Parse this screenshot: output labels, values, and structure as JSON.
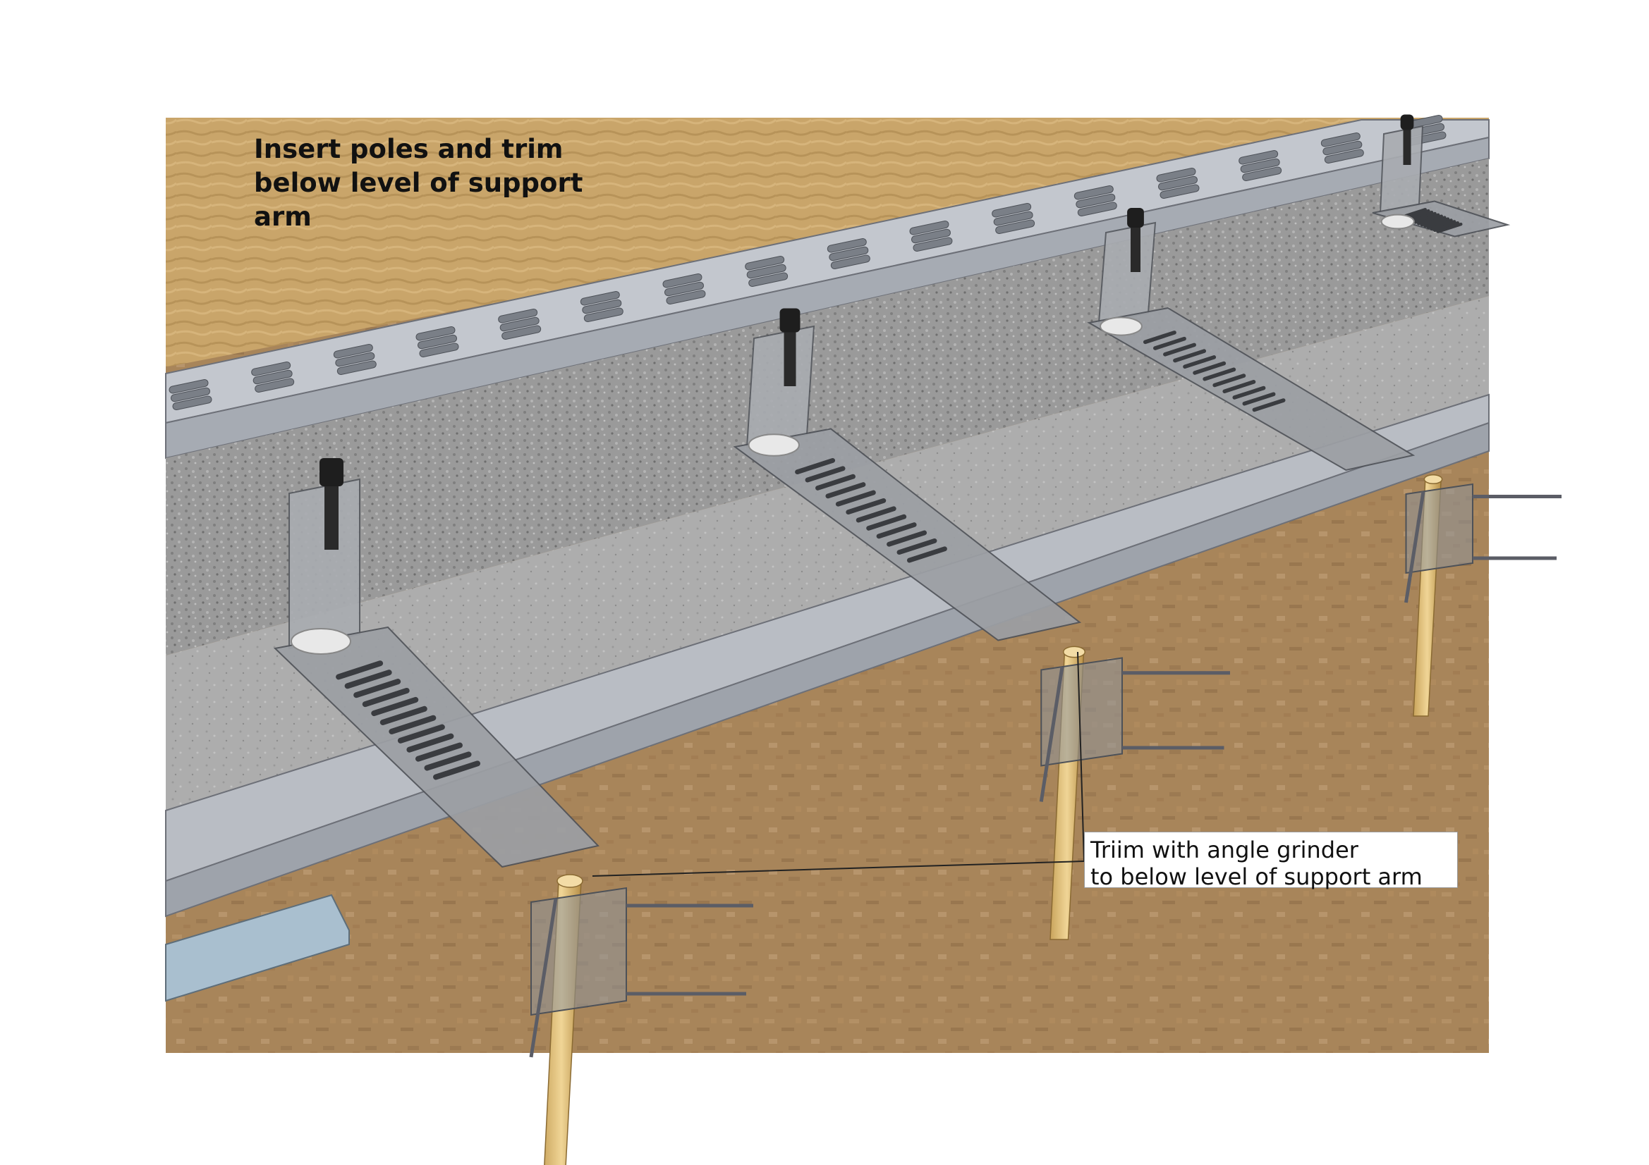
{
  "title": {
    "line1": "Insert poles and trim",
    "line2": "below level of support",
    "line3": "arm"
  },
  "callout": {
    "line1": "Triim with angle grinder",
    "line2": "to below level of support arm"
  },
  "colors": {
    "soil": "#a8855a",
    "sand": "#c9a56a",
    "gravel": "#9a9a9a",
    "steel": "#b8bcc4",
    "steel_dark": "#8e939b",
    "bracket": "#9c9fa4",
    "pole": "#e2c27c",
    "bolt": "#2a2a2a",
    "foot": "#e8e8e8",
    "plate": "#a9bfcf"
  },
  "icons": [
    "pole-icon",
    "bolt-icon",
    "foot-pad-icon",
    "bracket-icon"
  ]
}
